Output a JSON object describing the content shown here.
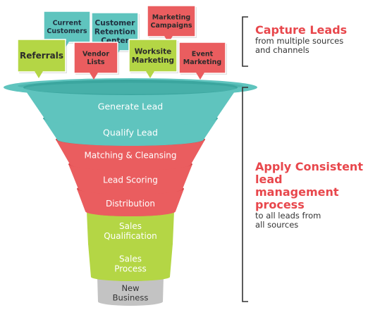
{
  "colors": {
    "teal": "#5fc4be",
    "teal_dark": "#3ba69f",
    "red": "#ea5d5f",
    "red_dark": "#cf3f43",
    "green": "#b4d645",
    "green_dark": "#93b52c",
    "gray": "#c3c3c3",
    "gray_dark": "#9c9c9c",
    "accent_text": "#e8474c",
    "bracket": "#333333"
  },
  "sources": [
    {
      "label": "Current Customers",
      "lines": [
        "Current",
        "Customers"
      ],
      "color": "teal"
    },
    {
      "label": "Customer Retention Center",
      "lines": [
        "Customer",
        "Retention",
        "Center"
      ],
      "color": "teal"
    },
    {
      "label": "Marketing Campaigns",
      "lines": [
        "Marketing",
        "Campaigns"
      ],
      "color": "red"
    },
    {
      "label": "Referrals",
      "lines": [
        "Referrals"
      ],
      "color": "green"
    },
    {
      "label": "Vendor Lists",
      "lines": [
        "Vendor",
        "Lists"
      ],
      "color": "red"
    },
    {
      "label": "Worksite Marketing",
      "lines": [
        "Worksite",
        "Marketing"
      ],
      "color": "green"
    },
    {
      "label": "Event Marketing",
      "lines": [
        "Event",
        "Marketing"
      ],
      "color": "red"
    }
  ],
  "stages": [
    {
      "label": "Generate Lead",
      "lines": [
        "Generate Lead"
      ],
      "color": "teal"
    },
    {
      "label": "Qualify Lead",
      "lines": [
        "Qualify Lead"
      ],
      "color": "teal"
    },
    {
      "label": "Matching & Cleansing",
      "lines": [
        "Matching & Cleansing"
      ],
      "color": "red"
    },
    {
      "label": "Lead Scoring",
      "lines": [
        "Lead Scoring"
      ],
      "color": "red"
    },
    {
      "label": "Distribution",
      "lines": [
        "Distribution"
      ],
      "color": "red"
    },
    {
      "label": "Sales Qualification",
      "lines": [
        "Sales",
        "Qualification"
      ],
      "color": "green"
    },
    {
      "label": "Sales Process",
      "lines": [
        "Sales",
        "Process"
      ],
      "color": "green"
    },
    {
      "label": "New Business",
      "lines": [
        "New",
        "Business"
      ],
      "color": "gray"
    }
  ],
  "capture": {
    "title": "Capture Leads",
    "subtitle_lines": [
      "from multiple sources",
      "and channels"
    ]
  },
  "apply": {
    "title_lines": [
      "Apply Consistent",
      "lead management",
      "process"
    ],
    "subtitle_lines": [
      "to all leads from",
      "all sources"
    ]
  }
}
